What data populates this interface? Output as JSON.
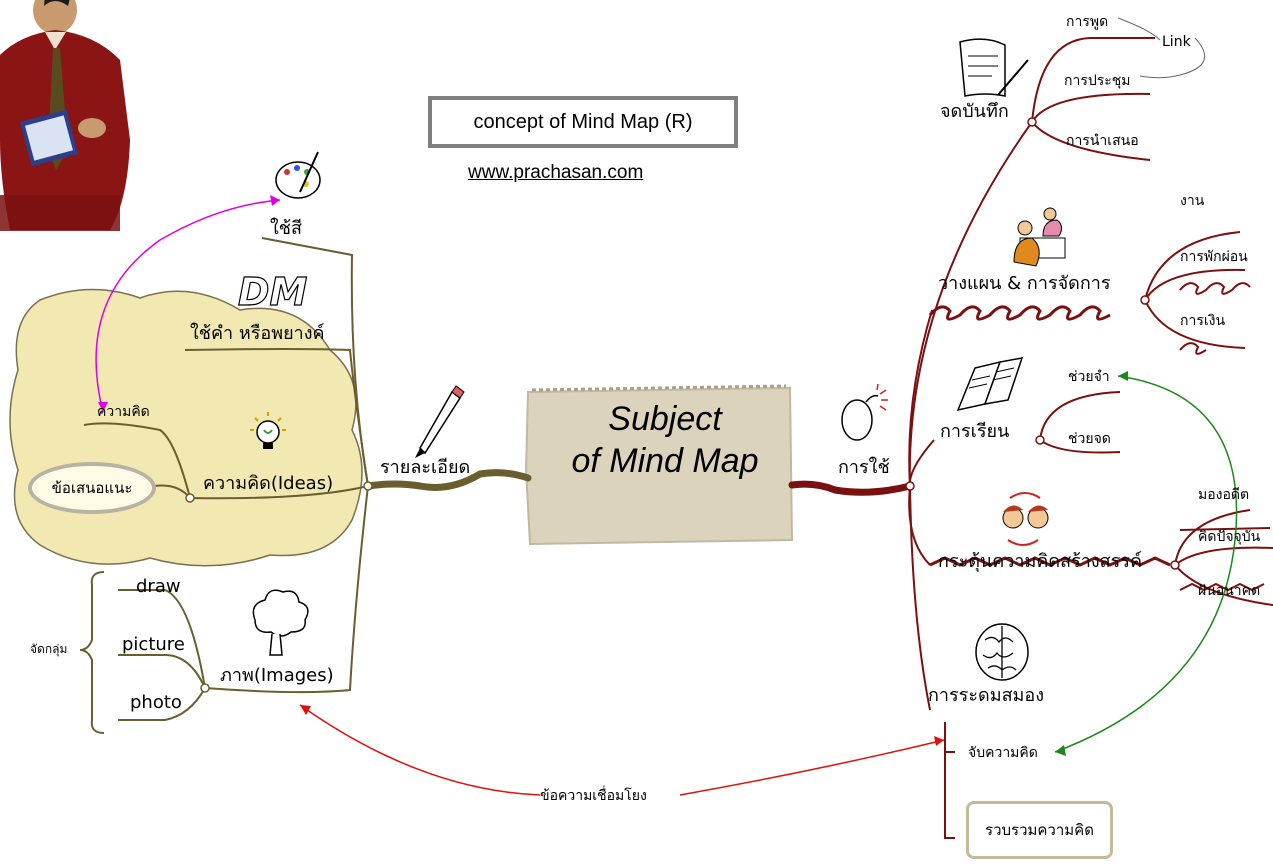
{
  "title": "concept of Mind Map (R)",
  "website": "www.prachasan.com",
  "center": {
    "line1": "Subject",
    "line2": "of Mind Map"
  },
  "left": {
    "root": "รายละเอียด",
    "color": "ใช้สี",
    "keyword": "ใช้คำ หรือพยางค์",
    "ideas": "ความคิด(Ideas)",
    "idea_sub": "ความคิด",
    "proposal": "ข้อเสนอแนะ",
    "images": "ภาพ(Images)",
    "group": "จัดกลุ่ม",
    "image_items": [
      "draw",
      "picture",
      "photo"
    ],
    "dm_logo": "DM"
  },
  "right": {
    "root": "การใช้",
    "notes": "จดบันทึก",
    "notes_items": [
      "การพูด",
      "การประชุม",
      "การนำเสนอ"
    ],
    "link": "Link",
    "plan": "วางแผน & การจัดการ",
    "plan_items": [
      "งาน",
      "การพักผ่อน",
      "การเงิน"
    ],
    "study": "การเรียน",
    "study_items": [
      "ช่วยจำ",
      "ช่วยจด"
    ],
    "creative": "กระตุ้นความคิดสร้างสรรค์",
    "creative_items": [
      "มองอดีต",
      "คิดปัจจุบัน",
      "ฝันอนาคต"
    ],
    "brainstorm": "การระดมสมอง",
    "capture": "จับความคิด",
    "gather": "รวบรวมความคิด"
  },
  "connector": "ข้อความเชื่อมโยง",
  "colors": {
    "olive": "#6b5e2e",
    "maroon": "#7a1010",
    "magenta": "#e000e0",
    "green": "#1a8a1a",
    "red": "#e01010",
    "cloud": "#f1e9b1",
    "center": "#dcd3bd"
  }
}
